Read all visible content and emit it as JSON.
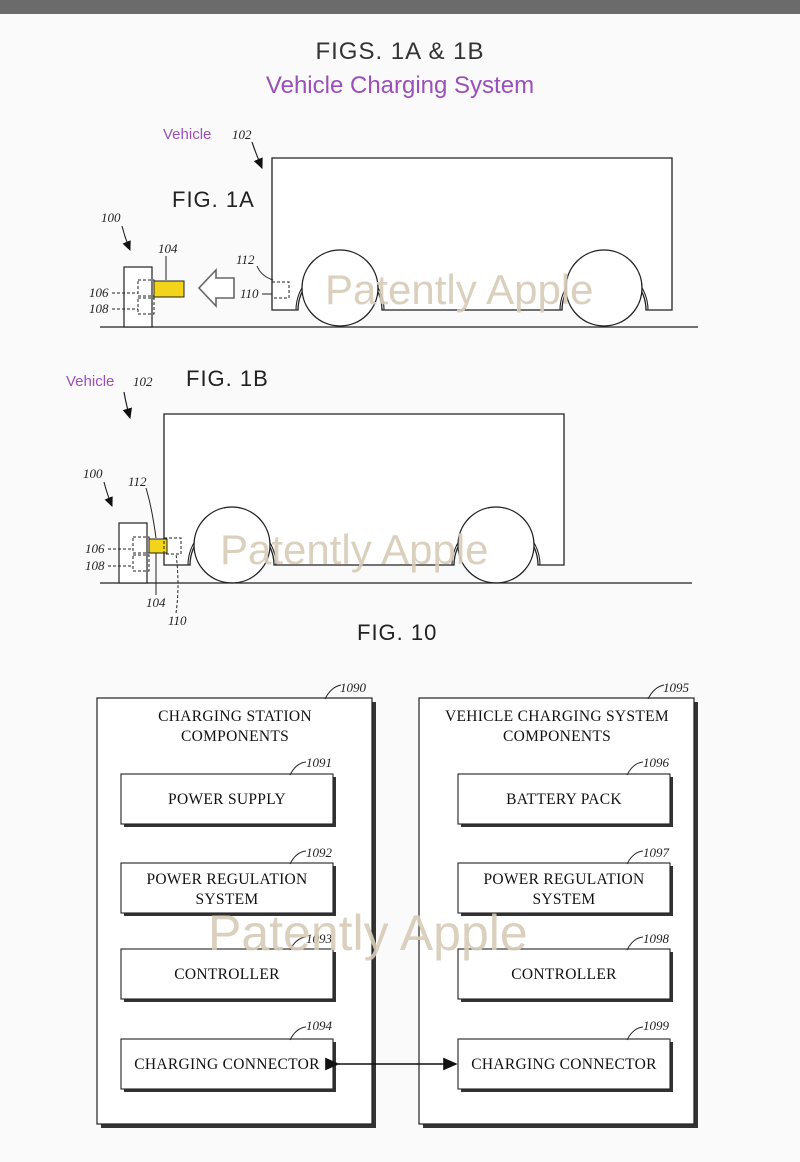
{
  "header": {
    "title": "FIGS. 1A & 1B",
    "subtitle": "Vehicle Charging System"
  },
  "fig1a": {
    "label": "FIG. 1A",
    "vehicle_label": "Vehicle",
    "refs": {
      "vehicle": "102",
      "station": "100",
      "connector": "104",
      "r106": "106",
      "r108": "108",
      "r112": "112",
      "r110": "110"
    }
  },
  "fig1b": {
    "label": "FIG. 1B",
    "vehicle_label": "Vehicle",
    "refs": {
      "vehicle": "102",
      "station": "100",
      "connector": "104",
      "r106": "106",
      "r108": "108",
      "r112": "112",
      "r110": "110"
    }
  },
  "fig10": {
    "label": "FIG. 10",
    "station": {
      "ref": "1090",
      "title_line1": "CHARGING STATION",
      "title_line2": "COMPONENTS",
      "boxes": [
        {
          "ref": "1091",
          "line1": "POWER SUPPLY",
          "line2": ""
        },
        {
          "ref": "1092",
          "line1": "POWER REGULATION",
          "line2": "SYSTEM"
        },
        {
          "ref": "1093",
          "line1": "CONTROLLER",
          "line2": ""
        },
        {
          "ref": "1094",
          "line1": "CHARGING CONNECTOR",
          "line2": ""
        }
      ]
    },
    "vehicle": {
      "ref": "1095",
      "title_line1": "VEHICLE CHARGING SYSTEM",
      "title_line2": "COMPONENTS",
      "boxes": [
        {
          "ref": "1096",
          "line1": "BATTERY PACK",
          "line2": ""
        },
        {
          "ref": "1097",
          "line1": "POWER REGULATION",
          "line2": "SYSTEM"
        },
        {
          "ref": "1098",
          "line1": "CONTROLLER",
          "line2": ""
        },
        {
          "ref": "1099",
          "line1": "CHARGING CONNECTOR",
          "line2": ""
        }
      ]
    }
  },
  "watermark": "Patently Apple",
  "colors": {
    "accent": "#9b4fb8",
    "connector": "#f2d51a",
    "watermark": "#d8ccb8"
  }
}
